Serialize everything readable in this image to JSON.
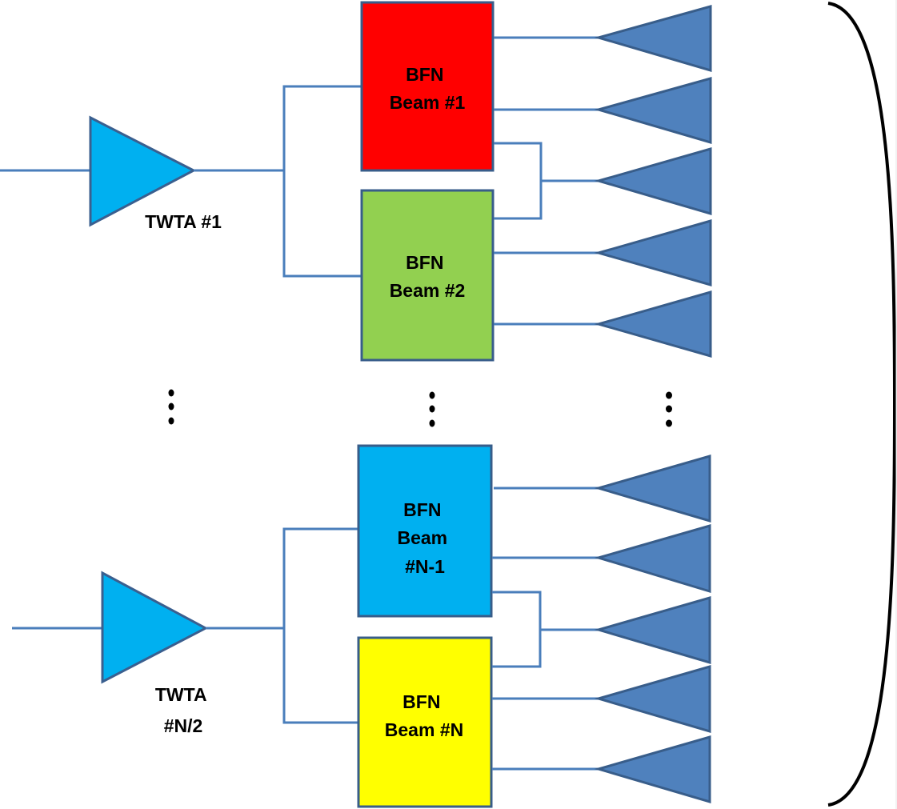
{
  "diagram": {
    "title": "",
    "amplifiers": [
      {
        "id": "twta-1",
        "label_lines": [
          "TWTA #1"
        ],
        "color": "#00b0f0"
      },
      {
        "id": "twta-n2",
        "label_lines": [
          "TWTA",
          "#N/2"
        ],
        "color": "#00b0f0"
      }
    ],
    "bfn_boxes": [
      {
        "id": "bfn-1",
        "label_lines": [
          "BFN",
          "Beam #1"
        ],
        "color": "#ff0000"
      },
      {
        "id": "bfn-2",
        "label_lines": [
          "BFN",
          "Beam #2"
        ],
        "color": "#92d050"
      },
      {
        "id": "bfn-n1",
        "label_lines": [
          "BFN",
          "Beam",
          "#N-1"
        ],
        "color": "#00b0f0"
      },
      {
        "id": "bfn-n",
        "label_lines": [
          "BFN",
          "Beam #N"
        ],
        "color": "#ffff00"
      }
    ],
    "horn_count_per_group": 5,
    "horn_color": "#4f81bd",
    "wire_color": "#4a7ebb",
    "ellipsis": "⋮",
    "reflector": "curved-reflector"
  }
}
